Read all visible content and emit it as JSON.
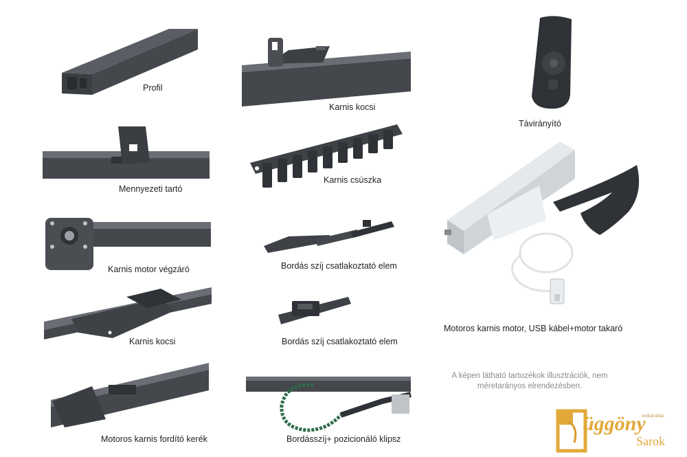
{
  "colors": {
    "background": "#ffffff",
    "part": "#4a4d52",
    "part_dark": "#2f3236",
    "motor_body": "#eceff1",
    "note_text": "#8a8a8a",
    "logo_gold": "#e2a93a",
    "belt_green": "#2f6b4a"
  },
  "items": [
    {
      "label": "Profil",
      "icon": "profile-rail-icon"
    },
    {
      "label": "Karnis kocsi",
      "icon": "rail-carriage-icon"
    },
    {
      "label": "Távirányító",
      "icon": "remote-control-icon"
    },
    {
      "label": "Mennyezeti tartó",
      "icon": "ceiling-bracket-icon"
    },
    {
      "label": "Karnis csúszka",
      "icon": "slider-chain-icon"
    },
    {
      "label": "Karnis motor végzáró",
      "icon": "motor-endcap-icon"
    },
    {
      "label": "Bordás szíj csatlakoztató elem",
      "icon": "belt-connector-icon"
    },
    {
      "label": "Karnis kocsi",
      "icon": "master-carriage-icon"
    },
    {
      "label": "Bordás szíj csatlakoztató elem",
      "icon": "belt-connector-small-icon"
    },
    {
      "label": "Motoros karnis motor, USB kábel+motor takaró",
      "icon": "motor-usb-cover-icon"
    },
    {
      "label": "Motoros karnis fordító kerék",
      "icon": "return-wheel-icon"
    },
    {
      "label": "Bordásszíj+ pozicionáló klipsz",
      "icon": "belt-clip-icon"
    }
  ],
  "note": {
    "line1": "A képen látható tartozékok illusztrációk, nem",
    "line2": "méretarányos elrendezésben."
  },
  "logo": {
    "main": "üggöny",
    "sub": "Sarok",
    "tag": "webáruház"
  }
}
